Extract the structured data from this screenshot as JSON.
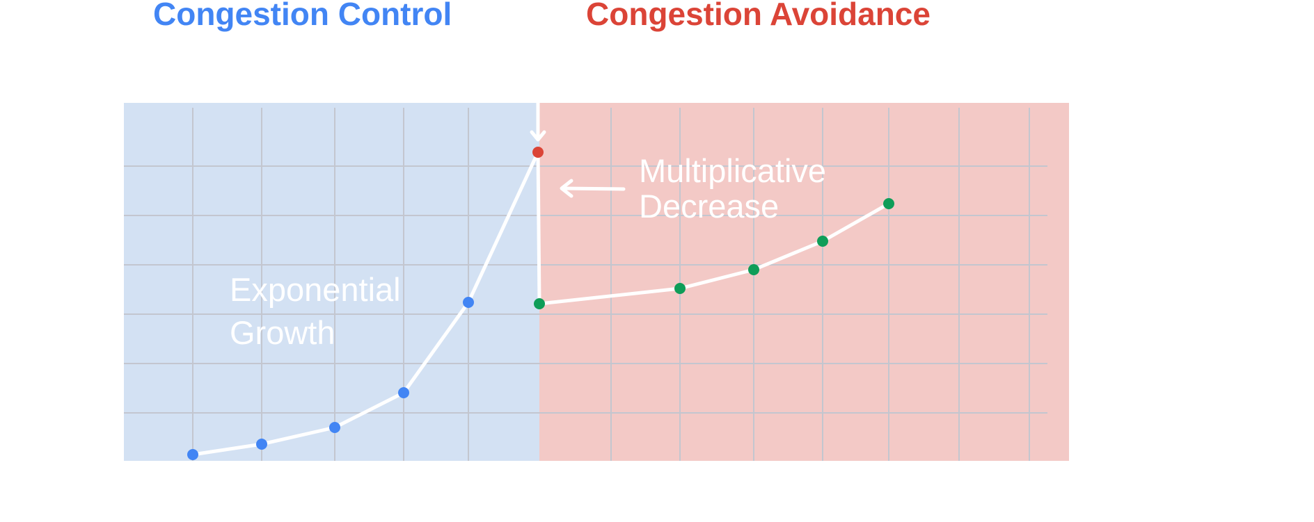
{
  "headings": {
    "left": "Congestion Control",
    "right": "Congestion Avoidance"
  },
  "annotations": {
    "growth_line1": "Exponential",
    "growth_line2": "Growth",
    "decrease_line1": "Multiplicative",
    "decrease_line2": "Decrease"
  },
  "colors": {
    "left_heading": "#4285f4",
    "right_heading": "#db4437",
    "left_region": "#d3e1f3",
    "right_region": "#f3c9c6",
    "grid": "#c3c6cf",
    "curve": "#ffffff",
    "growth_point": "#4285f4",
    "peak_point": "#db4437",
    "avoidance_point": "#0f9d58",
    "annotation_text": "#ffffff"
  },
  "chart_data": {
    "type": "line",
    "title": "",
    "xlabel": "",
    "ylabel": "",
    "grid": true,
    "series": [
      {
        "x": [
          1,
          2,
          3,
          4,
          5,
          6
        ],
        "y": [
          0.1,
          0.3,
          0.7,
          1.4,
          3.2,
          6.2
        ]
      },
      {
        "x": [
          6,
          8,
          9,
          10,
          11
        ],
        "y": [
          3.1,
          3.4,
          3.8,
          4.4,
          5.2
        ]
      }
    ]
  }
}
